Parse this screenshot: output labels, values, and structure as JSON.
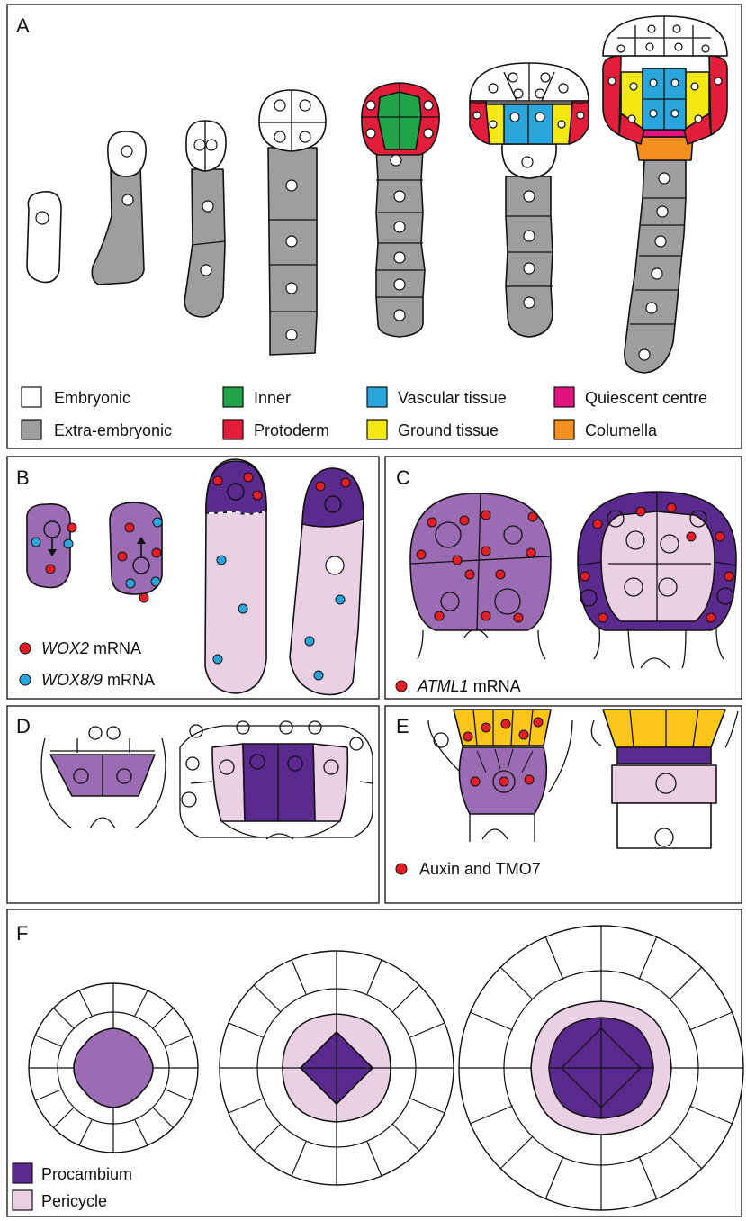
{
  "colors": {
    "embryonic": "#ffffff",
    "extra_embryonic": "#9e9e9e",
    "inner": "#21a34a",
    "protoderm": "#e31e3b",
    "vascular": "#2aa6dc",
    "ground": "#f4e812",
    "quiescent": "#e0137f",
    "columella": "#f5901e",
    "purple_mid": "#9b6bb3",
    "procambium": "#5b2a8f",
    "pericycle": "#ead0e4",
    "dot_red": "#e31e26",
    "dot_blue": "#2aa6dc",
    "auxin_yellow": "#fbc519"
  },
  "panels": {
    "a": "A",
    "b": "B",
    "c": "C",
    "d": "D",
    "e": "E",
    "f": "F"
  },
  "legend_a": {
    "embryonic": "Embryonic",
    "extra_embryonic": "Extra-embryonic",
    "inner": "Inner",
    "protoderm": "Protoderm",
    "vascular": "Vascular tissue",
    "ground": "Ground tissue",
    "quiescent": "Quiescent centre",
    "columella": "Columella"
  },
  "legend_b": {
    "wox2_gene": "WOX2",
    "wox2_suffix": " mRNA",
    "wox89_gene": "WOX8/9",
    "wox89_suffix": " mRNA"
  },
  "legend_c": {
    "gene": "ATML1",
    "suffix": " mRNA"
  },
  "legend_e": {
    "text": "Auxin and TMO7"
  },
  "legend_f": {
    "procambium": "Procambium",
    "pericycle": "Pericycle"
  }
}
